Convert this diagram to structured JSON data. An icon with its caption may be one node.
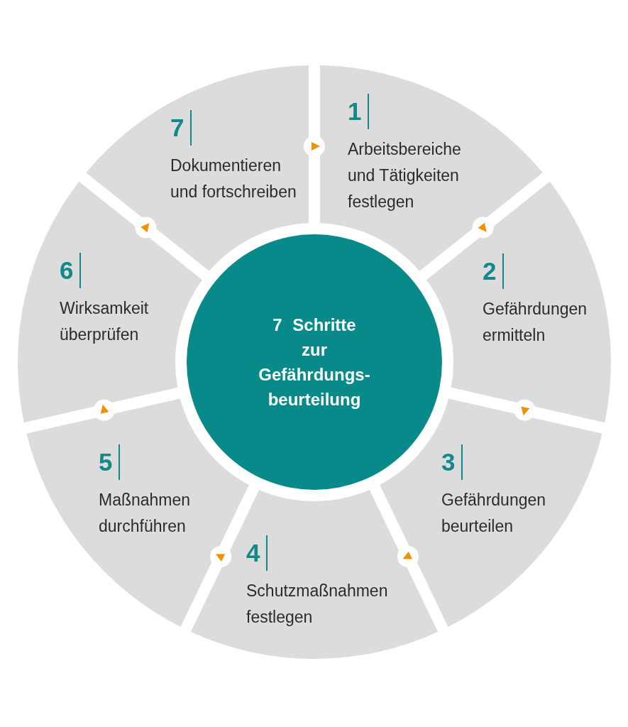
{
  "diagram": {
    "nodes": [
      {
        "text": [
          "7 Schritte zur Gefährdungs- beurteilung"
        ]
      },
      {
        "text": [
          "1",
          "Arbeitsbereiche und Tätigkeiten festlegen"
        ]
      },
      {
        "text": [
          "2",
          "Gefährdungen ermitteln"
        ]
      },
      {
        "text": [
          "3",
          "Gefährdungen beurteilen"
        ]
      },
      {
        "text": [
          "4",
          "Schutzmaßnahmen festlegen"
        ]
      },
      {
        "text": [
          "5",
          "Maßnahmen durchführen"
        ]
      },
      {
        "text": [
          "6",
          "Wirksamkeit überprüfen"
        ]
      },
      {
        "text": [
          "7",
          "Dokumentieren und fortschreiben"
        ]
      }
    ],
    "edges": [
      {
        "from": 1,
        "to": 2,
        "arrow": "to"
      },
      {
        "from": 2,
        "to": 3,
        "arrow": "to"
      },
      {
        "from": 3,
        "to": 4,
        "arrow": "to"
      },
      {
        "from": 4,
        "to": 5,
        "arrow": "to"
      },
      {
        "from": 5,
        "to": 6,
        "arrow": "to"
      },
      {
        "from": 6,
        "to": 7,
        "arrow": "to"
      },
      {
        "from": 7,
        "to": 1,
        "arrow": "to"
      }
    ]
  }
}
